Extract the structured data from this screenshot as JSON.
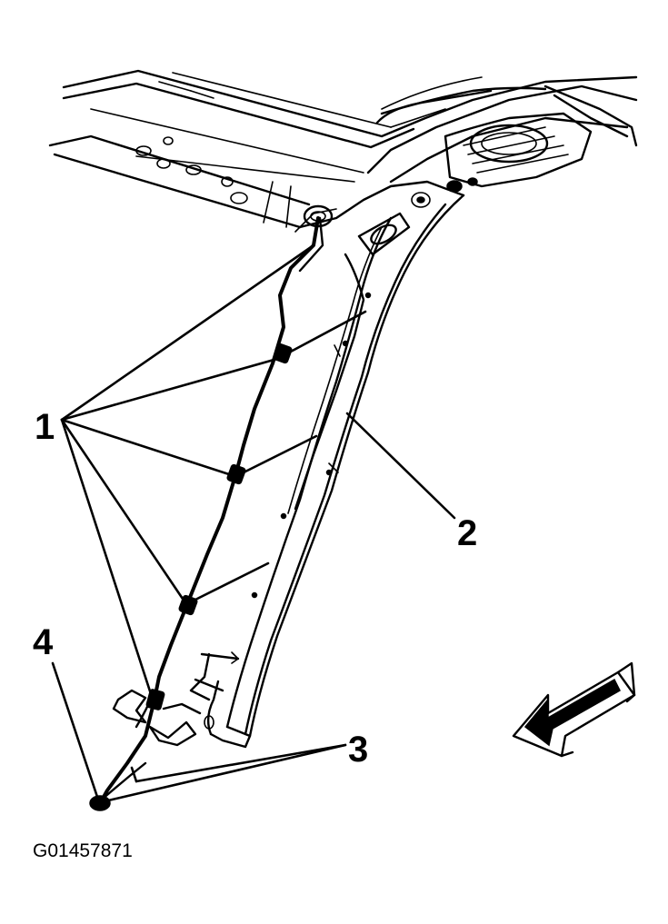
{
  "callouts": {
    "c1": "1",
    "c2": "2",
    "c3": "3",
    "c4": "4"
  },
  "figure_id": "G01457871",
  "icons": {
    "view_direction": "view-direction-arrow-icon"
  },
  "colors": {
    "ink": "#000000",
    "background": "#ffffff"
  }
}
